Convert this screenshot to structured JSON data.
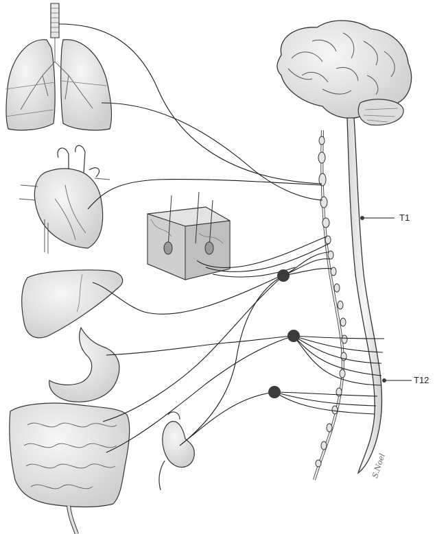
{
  "labels": {
    "t1": "T1",
    "t12": "T12"
  },
  "signature": "S.Noel",
  "colors": {
    "stroke": "#1a1a1a",
    "organ_fill": "#ececec",
    "organ_shade": "#d4d4d4",
    "ganglion": "#3a3a3a"
  },
  "icons": {
    "brain": "brain-icon",
    "lungs": "lungs-icon",
    "heart": "heart-icon",
    "skin": "skin-block-icon",
    "liver": "liver-icon",
    "stomach": "stomach-icon",
    "intestines": "intestines-icon",
    "kidney": "kidney-icon"
  }
}
